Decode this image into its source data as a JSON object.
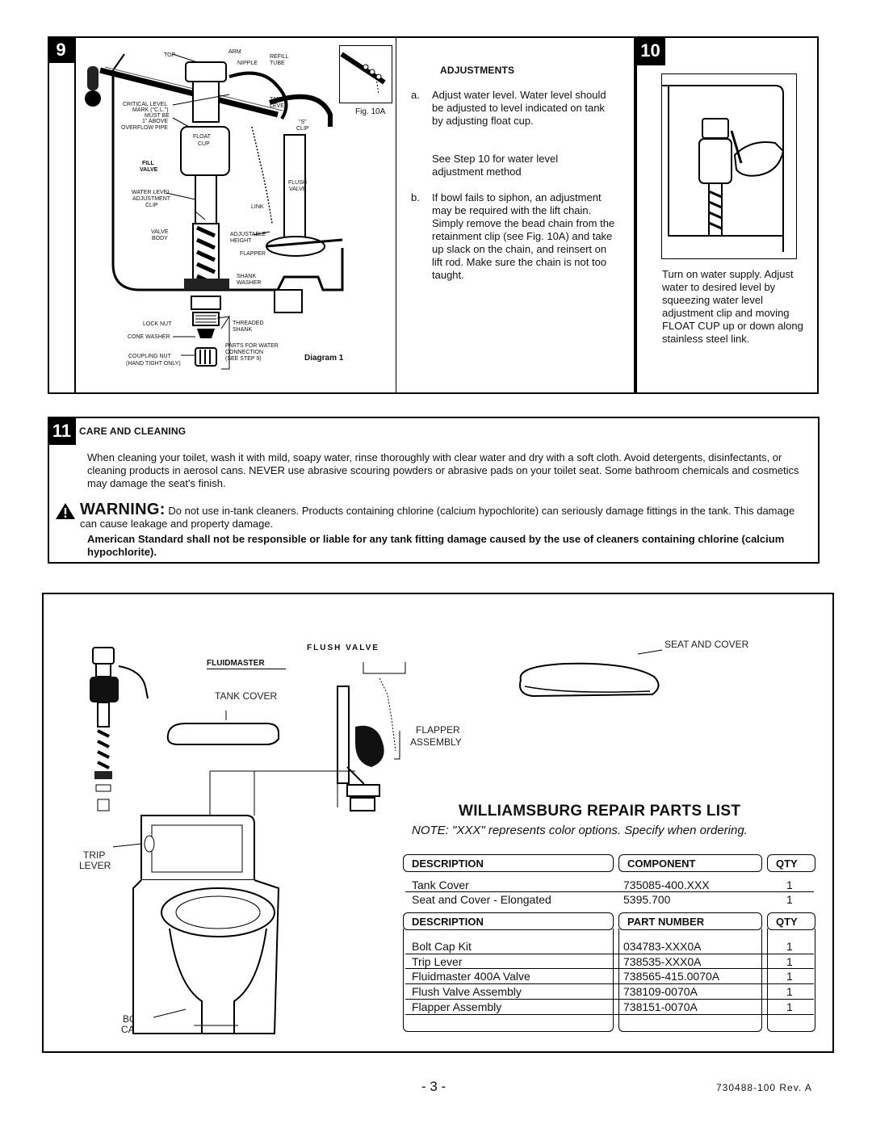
{
  "step9": {
    "number": "9",
    "labels": {
      "top": "TOP",
      "arm": "ARM",
      "refill": "REFILL",
      "nipple": "NIPPLE",
      "tube": "TUBE",
      "critical1": "CRITICAL LEVEL",
      "critical2": "MARK (\"C.L.\")",
      "critical3": "MUST BE",
      "critical4": "1\" ABOVE",
      "critical5": "OVERFLOW PIPE",
      "tank_lever1": "TANK",
      "tank_lever2": "LEVER",
      "s_clip1": "\"S\"",
      "s_clip2": "CLIP",
      "float1": "FLOAT",
      "float2": "CUP",
      "fill1": "FILL",
      "fill2": "VALVE",
      "flush1": "FLUSH",
      "flush2": "VALVE",
      "wl1": "WATER LEVEL",
      "wl2": "ADJUSTMENT",
      "wl3": "CLIP",
      "link": "LINK",
      "vb1": "VALVE",
      "vb2": "BODY",
      "ah1": "ADJUSTABLE",
      "ah2": "HEIGHT",
      "flapper": "FLAPPER",
      "sw1": "SHANK",
      "sw2": "WASHER",
      "lock_nut": "LOCK NUT",
      "ts1": "THREADED",
      "ts2": "SHANK",
      "cone_washer": "CONE WASHER",
      "pw1": "PARTS FOR WATER",
      "pw2": "CONNECTION",
      "pw3": "(SEE STEP 9)",
      "cn1": "COUPLING NUT",
      "cn2": "(HAND TIGHT ONLY)",
      "fig": "Fig. 10A",
      "diagram": "Diagram 1"
    },
    "adjustments_title": "ADJUSTMENTS",
    "a_marker": "a.",
    "a_text": "Adjust water level. Water level should be adjusted to level indicated on tank by adjusting float cup.",
    "a_note": "See Step 10 for water level adjustment method",
    "b_marker": "b.",
    "b_text": "If bowl fails to siphon, an adjustment may be required with the lift chain. Simply remove the bead chain from the retainment clip (see Fig. 10A) and take up slack on the chain, and reinsert on lift rod. Make sure the chain is not too taught."
  },
  "step10": {
    "number": "10",
    "text": "Turn on water supply. Adjust water to desired level by squeezing water level adjustment clip and moving FLOAT CUP up or down along stainless steel link."
  },
  "step11": {
    "number": "11",
    "title": "CARE AND CLEANING",
    "para": "When cleaning your toilet, wash it with mild, soapy water, rinse thoroughly with clear water and dry with a soft cloth.  Avoid detergents, disinfectants, or cleaning products in aerosol cans.  NEVER use abrasive scouring powders or abrasive pads on your toilet seat.  Some bathroom chemicals and cosmetics may damage the seat's finish.",
    "warning_label": "WARNING:",
    "warning_text": "Do not use in-tank cleaners. Products containing chlorine (calcium hypochlorite) can seriously damage fittings in the tank. This damage can cause leakage and property damage.",
    "bold_text": "American Standard shall not be responsible or liable for any tank fitting damage caused by the use of cleaners containing chlorine (calcium hypochlorite)."
  },
  "parts": {
    "flush_valve": "FLUSH VALVE",
    "fluidmaster": "FLUIDMASTER",
    "tank_cover": "TANK COVER",
    "seat_and_cover": "SEAT AND COVER",
    "flapper1": "FLAPPER",
    "flapper2": "ASSEMBLY",
    "trip1": "TRIP",
    "trip2": "LEVER",
    "bolt1": "BOLT",
    "bolt2": "CAPS",
    "title": "WILLIAMSBURG REPAIR PARTS LIST",
    "note": "NOTE: \"XXX\" represents color options. Specify when ordering."
  },
  "table": {
    "h1": "DESCRIPTION",
    "h2": "COMPONENT",
    "h3": "QTY",
    "rows1": [
      {
        "desc": "Tank Cover",
        "part": "735085-400.XXX",
        "qty": "1"
      },
      {
        "desc": "Seat and Cover - Elongated",
        "part": "5395.700",
        "qty": "1"
      }
    ],
    "h4": "DESCRIPTION",
    "h5": "PART NUMBER",
    "h6": "QTY",
    "rows2": [
      {
        "desc": "Bolt Cap Kit",
        "part": "034783-XXX0A",
        "qty": "1"
      },
      {
        "desc": "Trip Lever",
        "part": "738535-XXX0A",
        "qty": "1"
      },
      {
        "desc": "Fluidmaster 400A Valve",
        "part": "738565-415.0070A",
        "qty": "1"
      },
      {
        "desc": "Flush Valve Assembly",
        "part": "738109-0070A",
        "qty": "1"
      },
      {
        "desc": "Flapper Assembly",
        "part": "738151-0070A",
        "qty": "1"
      }
    ]
  },
  "footer": {
    "page": "- 3 -",
    "doc": "730488-100 Rev. A"
  }
}
